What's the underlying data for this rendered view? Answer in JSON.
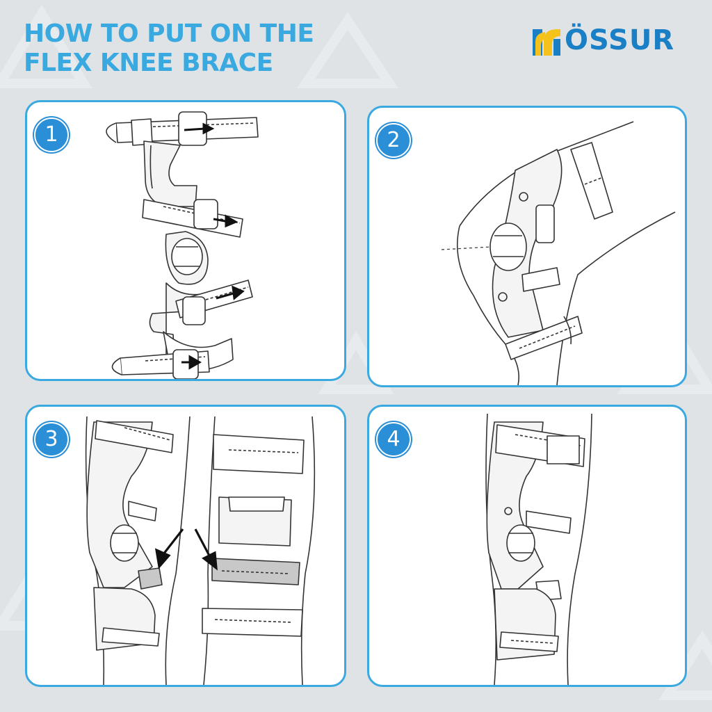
{
  "title": {
    "line1": "HOW TO PUT ON THE",
    "line2": "FLEX KNEE BRACE"
  },
  "logo": {
    "text": "ÖSSUR",
    "colors": {
      "blue": "#1a7fc4",
      "yellow": "#f5c21b"
    }
  },
  "steps": [
    {
      "number": "1",
      "icon": "brace-straps-open-illustration"
    },
    {
      "number": "2",
      "icon": "brace-side-on-knee-illustration"
    },
    {
      "number": "3",
      "icon": "brace-front-and-side-strap-illustration"
    },
    {
      "number": "4",
      "icon": "brace-fully-fastened-illustration"
    }
  ],
  "colors": {
    "accent": "#3aa9e0",
    "badge": "#2a8fd6",
    "background": "#dfe3e6"
  }
}
